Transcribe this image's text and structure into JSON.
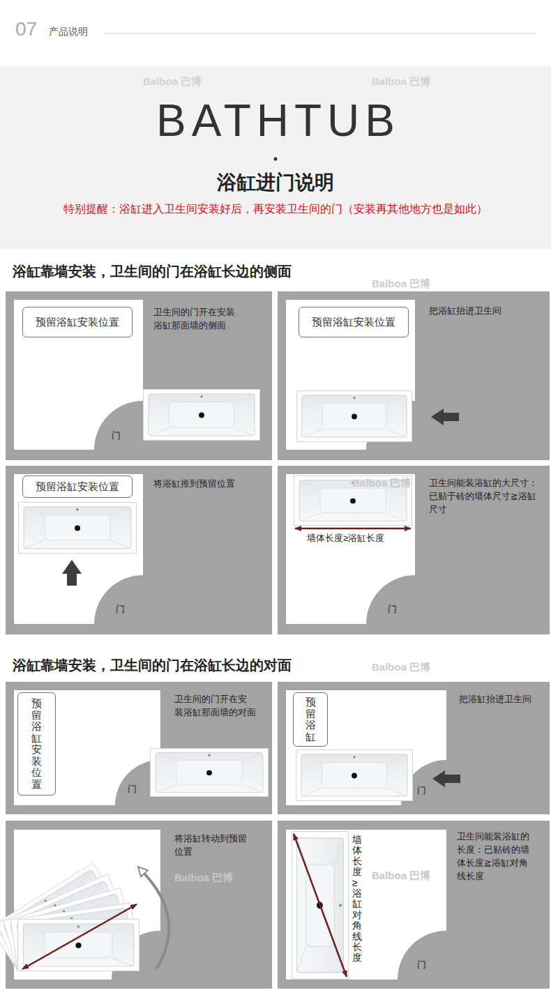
{
  "diagram": {
    "title": "浴缸进门说明",
    "nodes": [
      {
        "text": [
          "卫生间的门开在安装 浴缸那面墙的侧面",
          "门"
        ]
      },
      {
        "text": [
          "预留浴缸安装位置"
        ],
        "in": 0
      },
      {
        "text": [
          "把浴缸抬进卫生间"
        ]
      },
      {
        "text": [
          "预留浴缸安装位置"
        ],
        "in": 2
      },
      {
        "text": [
          "将浴缸推到预留位置",
          "门"
        ]
      },
      {
        "text": [
          "预留浴缸安装位置"
        ],
        "in": 4
      },
      {
        "text": [
          "卫生间能装浴缸的大尺寸： 已贴于砖的墙体尺寸≧浴缸 尺寸",
          "墙体长度≥浴缸长度",
          "门"
        ]
      },
      {
        "text": [
          "卫生间的门开在安 装浴缸那面墙的对面",
          "门"
        ]
      },
      {
        "text": [
          "预留浴缸安装位置"
        ],
        "in": 7
      },
      {
        "text": [
          "把浴缸抬进卫生间",
          "门"
        ]
      },
      {
        "text": [
          "预留浴缸"
        ],
        "in": 9
      },
      {
        "text": [
          "将浴缸转动到预留 位置"
        ]
      },
      {
        "text": [
          "卫生间能装浴缸的 长度：已贴砖的墙 体长度≧浴缸对角 线长度",
          "墙体长度≥浴缸对角线长度",
          "门"
        ]
      }
    ],
    "labels": [
      "07",
      "产品说明",
      "Balboa 巴博",
      "Balboa 巴博",
      "BATHTUB",
      "特别提醒：浴缸进入卫生间安装好后，再安装卫生间的门（安装再其他地方也是如此）",
      "浴缸靠墙安装，卫生间的门在浴缸长边的侧面",
      "Balboa 巴博",
      "Balboa 巴博",
      "浴缸靠墙安装，卫生间的门在浴缸长边的对面",
      "Balboa 巴博",
      "Balboa 巴博",
      "Balboa 巴博"
    ]
  }
}
